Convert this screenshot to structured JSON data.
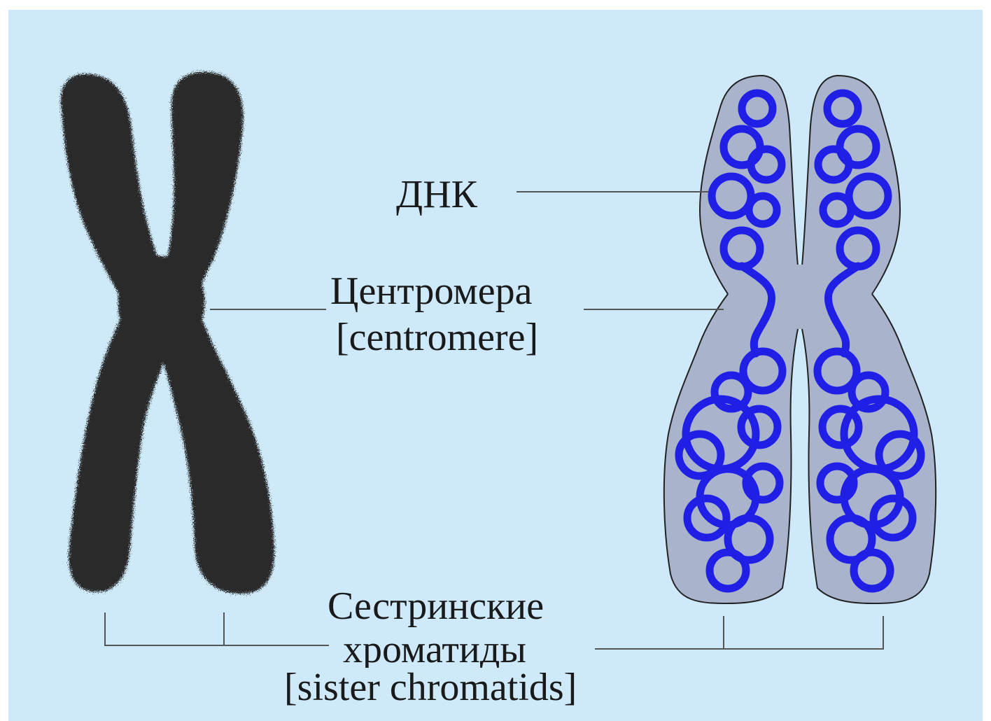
{
  "labels": {
    "dna": "ДНК",
    "centromere_ru": "Центромера",
    "centromere_en": "[centromere]",
    "sister_ru_line1": "Сестринские",
    "sister_ru_line2": "хроматиды",
    "sister_en": "[sister chromatids]"
  },
  "colors": {
    "background": "#cde9fa",
    "condensed_chromosome": "#2a2a2a",
    "chromatid_fill": "#a9b3cc",
    "dna_strand": "#1f1fe6",
    "leader_line": "#555555"
  }
}
